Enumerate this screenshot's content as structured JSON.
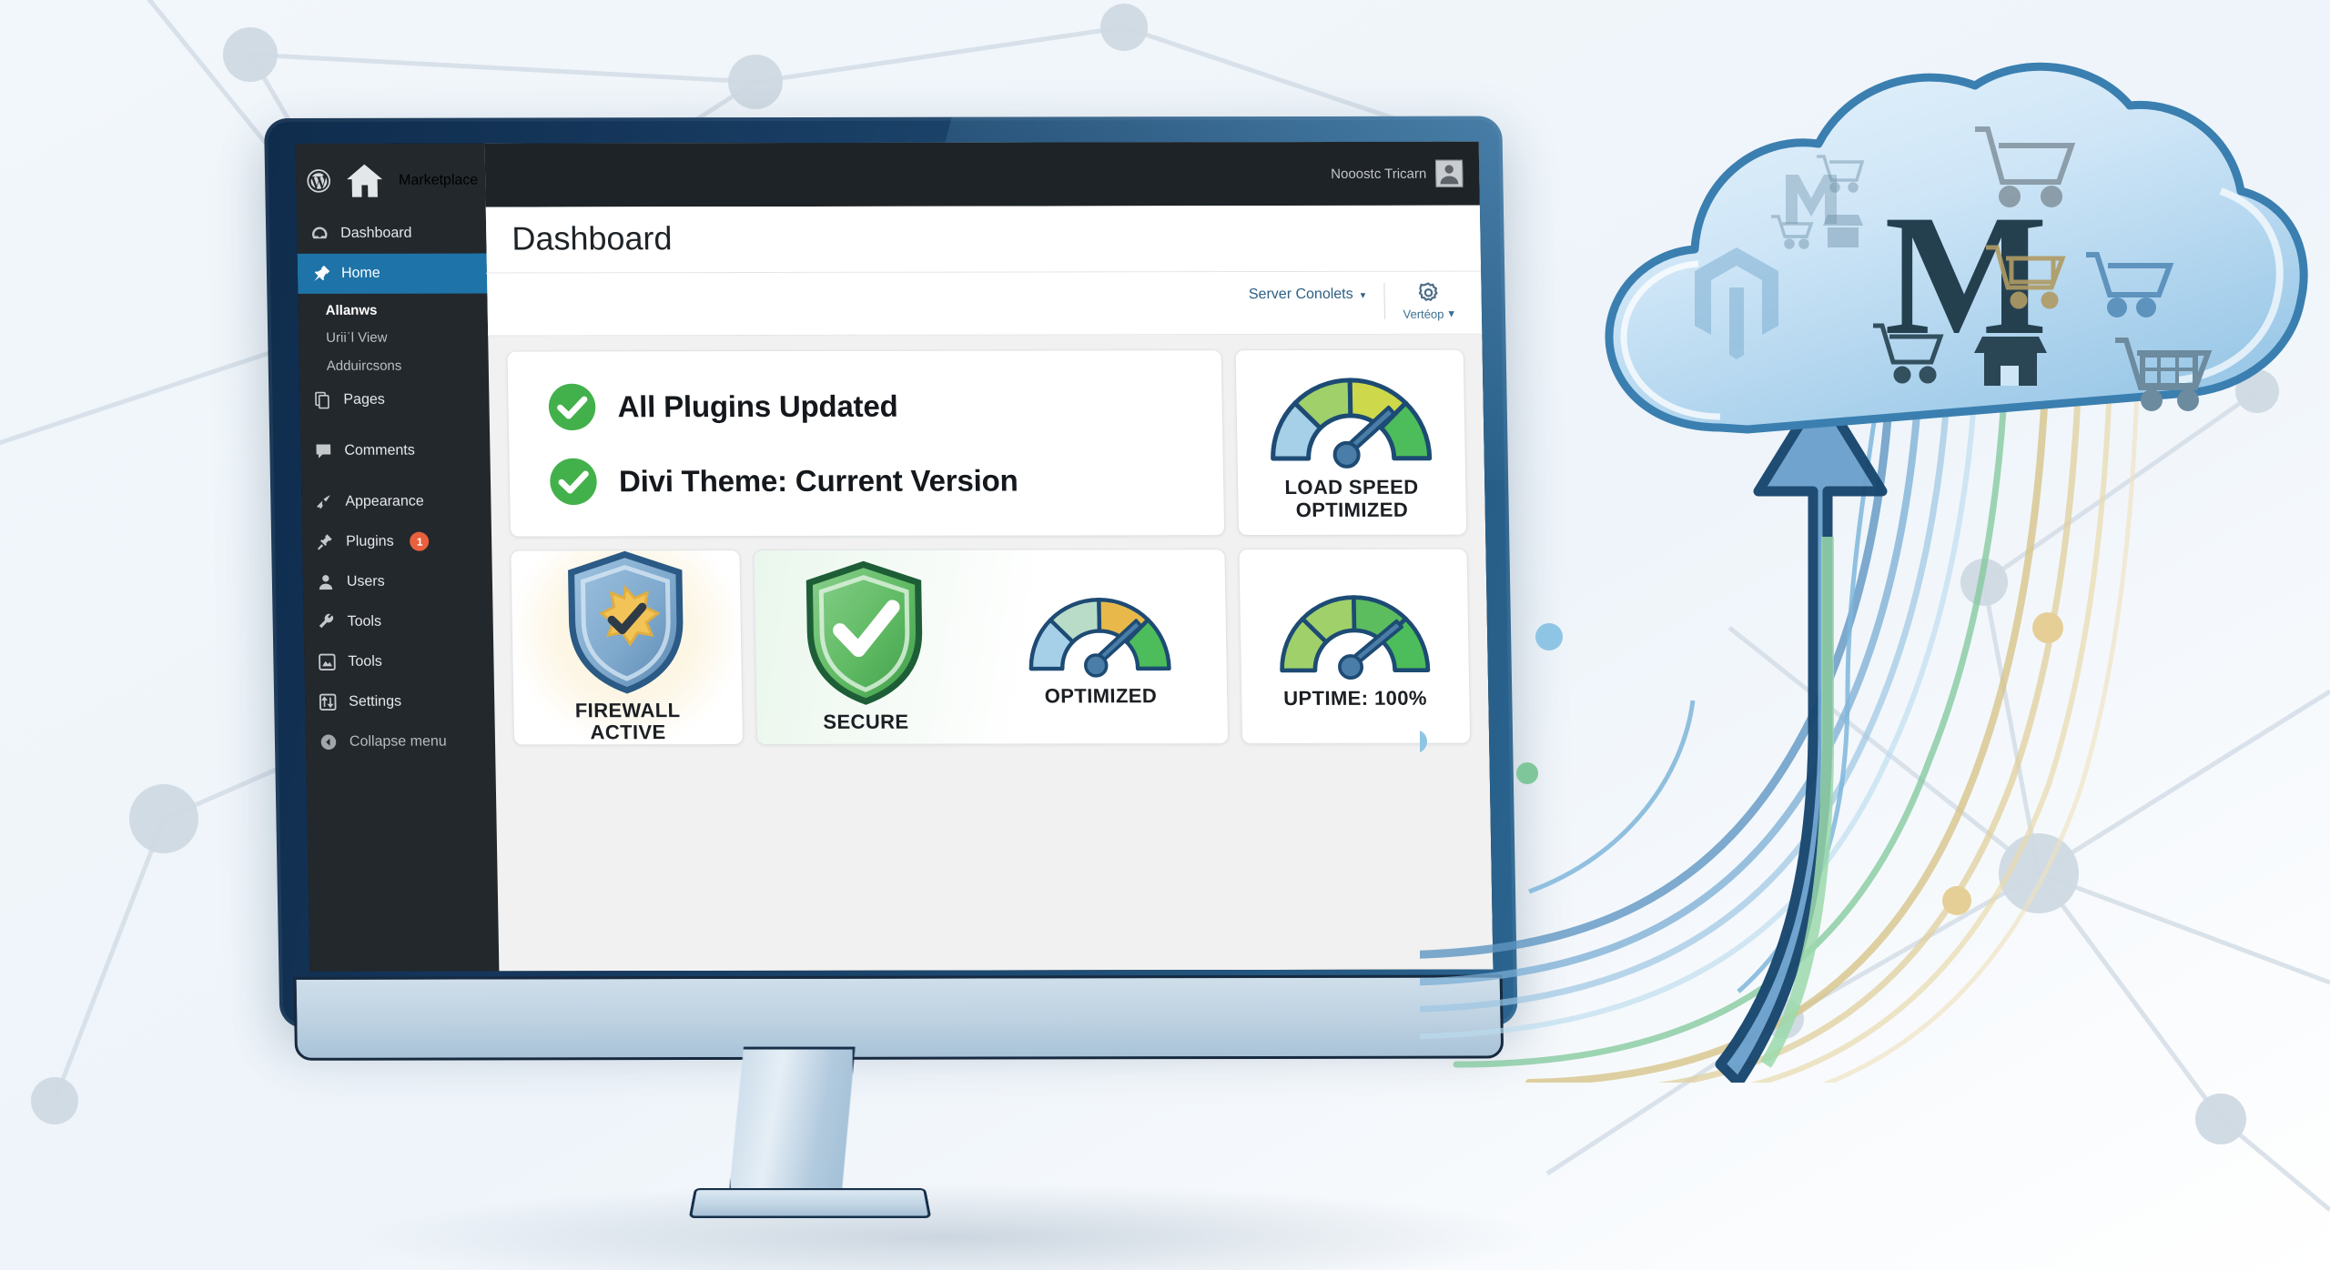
{
  "scene": {
    "title": "WordPress Dashboard on monitor with Magento cloud migration illustration",
    "accent_blue": "#1e73a8",
    "bezel_dark": "#16385d",
    "green": "#43b14b",
    "orange_badge": "#e8603c",
    "gauge_blue": "#a6cfe8",
    "gauge_yellow": "#e8b94a"
  },
  "sidebar": {
    "logo_icon": "wordpress-logo-icon",
    "top_item": {
      "icon": "home-icon",
      "label": "Marketplace"
    },
    "items": [
      {
        "icon": "dashboard-gauge-icon",
        "label": "Dashboard",
        "active": false,
        "badge": ""
      },
      {
        "icon": "pin-icon",
        "label": "Home",
        "active": true,
        "badge": ""
      }
    ],
    "sub_head": "Allanws",
    "sub_items": [
      {
        "label": "Uriiˈl View"
      },
      {
        "label": "Adduircsons"
      }
    ],
    "items2": [
      {
        "icon": "pages-icon",
        "label": "Pages",
        "badge": ""
      },
      {
        "icon": "comments-icon",
        "label": "Comments",
        "badge": ""
      },
      {
        "icon": "appearance-brush-icon",
        "label": "Appearance",
        "badge": ""
      },
      {
        "icon": "plugins-plug-icon",
        "label": "Plugins",
        "badge": "1"
      },
      {
        "icon": "users-icon",
        "label": "Users",
        "badge": ""
      },
      {
        "icon": "tools-wrench-icon",
        "label": "Tools",
        "badge": ""
      },
      {
        "icon": "tools-box-icon",
        "label": "Tools",
        "badge": ""
      },
      {
        "icon": "settings-sliders-icon",
        "label": "Settings",
        "badge": ""
      }
    ],
    "collapse": {
      "icon": "collapse-arrow-icon",
      "label": "Collapse menu"
    }
  },
  "adminbar": {
    "user_label": "Nooostc Tricarn",
    "avatar_icon": "user-avatar-icon"
  },
  "page": {
    "title": "Dashboard"
  },
  "screen_options": {
    "tab_label": "Server Conolets",
    "tab_caret": "▾",
    "help_icon": "gear-icon",
    "help_label": "Vertéop",
    "help_caret": "▾"
  },
  "cards": {
    "status": {
      "name": "status-card",
      "rows": [
        {
          "icon": "check-circle-icon",
          "text": "All Plugins Updated"
        },
        {
          "icon": "check-circle-icon",
          "text": "Divi Theme: Current Version"
        }
      ]
    },
    "load_speed": {
      "name": "load-speed-card",
      "icon": "gauge-icon",
      "label": "LOAD SPEED\nOPTIMIZED",
      "label_line1": "LOAD SPEED",
      "label_line2": "OPTIMIZED"
    },
    "firewall": {
      "name": "firewall-card",
      "icon": "shield-burst-check-icon",
      "label_line1": "FIREWALL",
      "label_line2": "ACTIVE"
    },
    "secure": {
      "name": "secure-card",
      "icon": "shield-check-icon",
      "label": "SECURE"
    },
    "optimized": {
      "name": "optimized-card",
      "icon": "gauge-icon",
      "label": "OPTIMIZED"
    },
    "uptime": {
      "name": "uptime-card",
      "icon": "gauge-icon",
      "label": "UPTIME: 100%"
    }
  },
  "chart_data": [
    {
      "type": "gauge",
      "title": "LOAD SPEED OPTIMIZED",
      "value": 72,
      "range": [
        0,
        100
      ],
      "segments": [
        {
          "from": 0,
          "to": 25,
          "color": "#a6cfe8",
          "name": "blue"
        },
        {
          "from": 25,
          "to": 50,
          "color": "#9fd06a",
          "name": "light-green"
        },
        {
          "from": 50,
          "to": 75,
          "color": "#cdd94a",
          "name": "yellow-green"
        },
        {
          "from": 75,
          "to": 100,
          "color": "#4cbd5a",
          "name": "green"
        }
      ],
      "needle_color": "#3f74a3"
    },
    {
      "type": "gauge",
      "title": "OPTIMIZED",
      "value": 78,
      "range": [
        0,
        100
      ],
      "segments": [
        {
          "from": 0,
          "to": 25,
          "color": "#a6cfe8",
          "name": "blue"
        },
        {
          "from": 25,
          "to": 50,
          "color": "#b9dcc8",
          "name": "pale-green"
        },
        {
          "from": 50,
          "to": 75,
          "color": "#e8b94a",
          "name": "amber"
        },
        {
          "from": 75,
          "to": 100,
          "color": "#4cbd5a",
          "name": "green"
        }
      ],
      "needle_color": "#3f74a3"
    },
    {
      "type": "gauge",
      "title": "UPTIME: 100%",
      "value": 80,
      "range": [
        0,
        100
      ],
      "segments": [
        {
          "from": 0,
          "to": 25,
          "color": "#9fd06a",
          "name": "light-green"
        },
        {
          "from": 25,
          "to": 50,
          "color": "#9fd06a",
          "name": "light-green"
        },
        {
          "from": 50,
          "to": 75,
          "color": "#5cbd5e",
          "name": "green"
        },
        {
          "from": 75,
          "to": 100,
          "color": "#4cbd5a",
          "name": "green"
        }
      ],
      "needle_color": "#3f74a3"
    }
  ],
  "cloud": {
    "name": "magento-cloud",
    "big_letter": "M",
    "icons": [
      "shopping-cart-icon",
      "magento-logo-icon",
      "magento-m-icon",
      "storefront-icon",
      "shopping-cart-icon",
      "shopping-cart-icon",
      "shopping-cart-icon"
    ]
  },
  "flow": {
    "name": "migration-arrow",
    "arrow_icon": "up-arrow-icon"
  }
}
